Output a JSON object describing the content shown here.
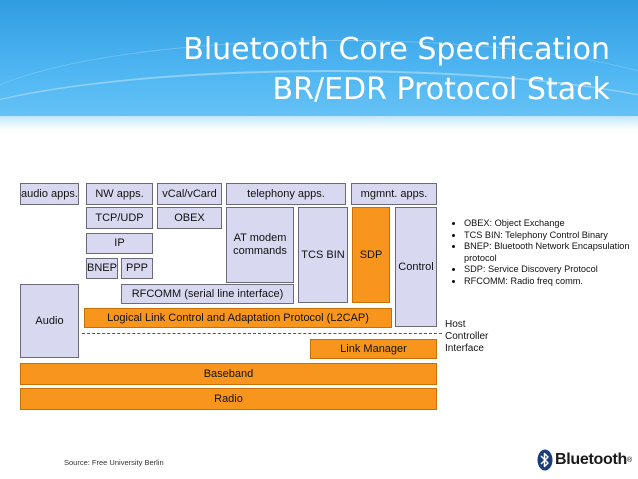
{
  "header": {
    "title_line1": "Bluetooth Core Specification",
    "title_line2": "BR/EDR Protocol Stack"
  },
  "diagram": {
    "top_row": {
      "audio_apps": "audio apps.",
      "nw_apps": "NW apps.",
      "vcal_vcard": "vCal/vCard",
      "telephony_apps": "telephony apps.",
      "mgmnt_apps": "mgmnt. apps."
    },
    "tcp_udp": "TCP/UDP",
    "obex": "OBEX",
    "at_modem": "AT modem commands",
    "tcs_bin": "TCS BIN",
    "sdp": "SDP",
    "control": "Control",
    "ip": "IP",
    "bnep": "BNEP",
    "ppp": "PPP",
    "rfcomm": "RFCOMM (serial line interface)",
    "audio": "Audio",
    "l2cap": "Logical Link Control and Adaptation Protocol (L2CAP)",
    "link_manager": "Link Manager",
    "baseband": "Baseband",
    "radio": "Radio",
    "host_label": "Host",
    "controller_label": "Controller",
    "interface_label": "Interface"
  },
  "legend": [
    "OBEX: Object Exchange",
    "TCS BIN: Telephony Control Binary",
    "BNEP: Bluetooth Network Encapsulation protocol",
    "SDP: Service Discovery Protocol",
    "RFCOMM: Radio freq comm."
  ],
  "footer": {
    "source": "Source: Free University Berlin",
    "logo_text": "Bluetooth"
  },
  "colors": {
    "header_blue": "#4fb6f2",
    "box_lavender": "#d8d8f0",
    "box_orange": "#f7951d"
  },
  "icons": {
    "logo": "bluetooth-rune-icon"
  }
}
